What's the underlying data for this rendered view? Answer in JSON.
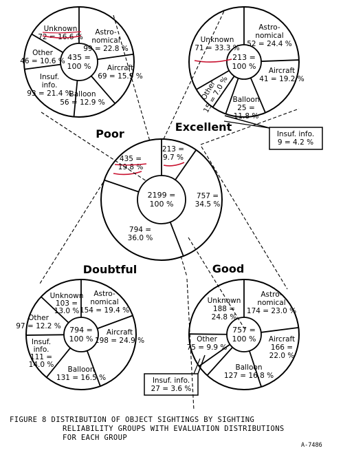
{
  "chart_data": [
    {
      "type": "pie",
      "name": "Overall",
      "total": "2199 =",
      "total_pct": "100 %",
      "slices": [
        {
          "label": "Excellent",
          "count": 213,
          "percent": 9.7,
          "text": [
            "213 =",
            "9.7 %"
          ]
        },
        {
          "label": "Good",
          "count": 757,
          "percent": 34.5,
          "text": [
            "757 =",
            "34.5 %"
          ]
        },
        {
          "label": "Doubtful",
          "count": 794,
          "percent": 36.0,
          "text": [
            "794 =",
            "36.0 %"
          ]
        },
        {
          "label": "Poor",
          "count": 435,
          "percent": 19.8,
          "text": [
            "435 =",
            "19.8 %"
          ]
        }
      ]
    },
    {
      "type": "pie",
      "name": "Poor",
      "title": "Poor",
      "total": "435 =",
      "total_pct": "100 %",
      "slices": [
        {
          "label": "Astronomical",
          "count": 99,
          "percent": 22.8,
          "text": [
            "Astro-",
            "nomical",
            "99 = 22.8 %"
          ]
        },
        {
          "label": "Aircraft",
          "count": 69,
          "percent": 15.9,
          "text": [
            "Aircraft",
            "69 = 15.9 %"
          ]
        },
        {
          "label": "Balloon",
          "count": 56,
          "percent": 12.9,
          "text": [
            "Balloon",
            "56 = 12.9 %"
          ]
        },
        {
          "label": "Insuf. info.",
          "count": 93,
          "percent": 21.4,
          "text": [
            "Insuf.",
            "info.",
            "93 = 21.4 %"
          ]
        },
        {
          "label": "Other",
          "count": 46,
          "percent": 10.6,
          "text": [
            "Other",
            "46 = 10.6 %"
          ]
        },
        {
          "label": "Unknown",
          "count": 72,
          "percent": 16.6,
          "text": [
            "Unknown",
            "72 = 16.6 %"
          ]
        }
      ]
    },
    {
      "type": "pie",
      "name": "Excellent",
      "title": "Excellent",
      "total": "213 =",
      "total_pct": "100 %",
      "slices": [
        {
          "label": "Astronomical",
          "count": 52,
          "percent": 24.4,
          "text": [
            "Astro-",
            "nomical",
            "52 = 24.4 %"
          ]
        },
        {
          "label": "Aircraft",
          "count": 41,
          "percent": 19.2,
          "text": [
            "Aircraft",
            "41 = 19.2 %"
          ]
        },
        {
          "label": "Balloon",
          "count": 25,
          "percent": 11.8,
          "text": [
            "Balloon",
            "25 =",
            "11.8 %"
          ]
        },
        {
          "label": "Insuf. info.",
          "count": 9,
          "percent": 4.2,
          "text": [
            "Insuf. info.",
            "9 = 4.2 %"
          ]
        },
        {
          "label": "Other",
          "count": 15,
          "percent": 7.0,
          "text": [
            "Other",
            "15 = 7.0 %"
          ]
        },
        {
          "label": "Unknown",
          "count": 71,
          "percent": 33.3,
          "text": [
            "Unknown",
            "71 = 33.3 %"
          ]
        }
      ]
    },
    {
      "type": "pie",
      "name": "Doubtful",
      "title": "Doubtful",
      "total": "794 =",
      "total_pct": "100 %",
      "slices": [
        {
          "label": "Astronomical",
          "count": 154,
          "percent": 19.4,
          "text": [
            "Astro-",
            "nomical",
            "154 = 19.4 %"
          ]
        },
        {
          "label": "Aircraft",
          "count": 198,
          "percent": 24.9,
          "text": [
            "Aircraft",
            "198 = 24.9 %"
          ]
        },
        {
          "label": "Balloon",
          "count": 131,
          "percent": 16.5,
          "text": [
            "Balloon",
            "131 = 16.5 %"
          ]
        },
        {
          "label": "Insuf. info.",
          "count": 111,
          "percent": 14.0,
          "text": [
            "Insuf.",
            "info.",
            "111 =",
            "14.0 %"
          ]
        },
        {
          "label": "Other",
          "count": 97,
          "percent": 12.2,
          "text": [
            "Other",
            "97 = 12.2 %"
          ]
        },
        {
          "label": "Unknown",
          "count": 103,
          "percent": 13.0,
          "text": [
            "Unknown",
            "103 =",
            "13.0 %"
          ]
        }
      ]
    },
    {
      "type": "pie",
      "name": "Good",
      "title": "Good",
      "total": "757 =",
      "total_pct": "100 %",
      "slices": [
        {
          "label": "Astronomical",
          "count": 174,
          "percent": 23.0,
          "text": [
            "Astro-",
            "nomical",
            "174 = 23.0 %"
          ]
        },
        {
          "label": "Aircraft",
          "count": 166,
          "percent": 22.0,
          "text": [
            "Aircraft",
            "166 =",
            "22.0 %"
          ]
        },
        {
          "label": "Balloon",
          "count": 127,
          "percent": 16.8,
          "text": [
            "Balloon",
            "127 = 16.8 %"
          ]
        },
        {
          "label": "Insuf. info.",
          "count": 27,
          "percent": 3.6,
          "text": [
            "Insuf. info.",
            "27 = 3.6 %"
          ]
        },
        {
          "label": "Other",
          "count": 75,
          "percent": 9.9,
          "text": [
            "Other",
            "75 = 9.9 %"
          ]
        },
        {
          "label": "Unknown",
          "count": 188,
          "percent": 24.8,
          "text": [
            "Unknown",
            "188 =",
            "24.8 %"
          ]
        }
      ]
    }
  ],
  "caption": [
    "FIGURE 8 DISTRIBUTION OF OBJECT SIGHTINGS BY SIGHTING",
    "RELIABILITY GROUPS WITH EVALUATION DISTRIBUTIONS",
    "FOR EACH GROUP"
  ],
  "figure_code": "A-7486",
  "colors": {
    "ink": "#000000",
    "underline": "#c8102e",
    "paper": "#ffffff"
  }
}
